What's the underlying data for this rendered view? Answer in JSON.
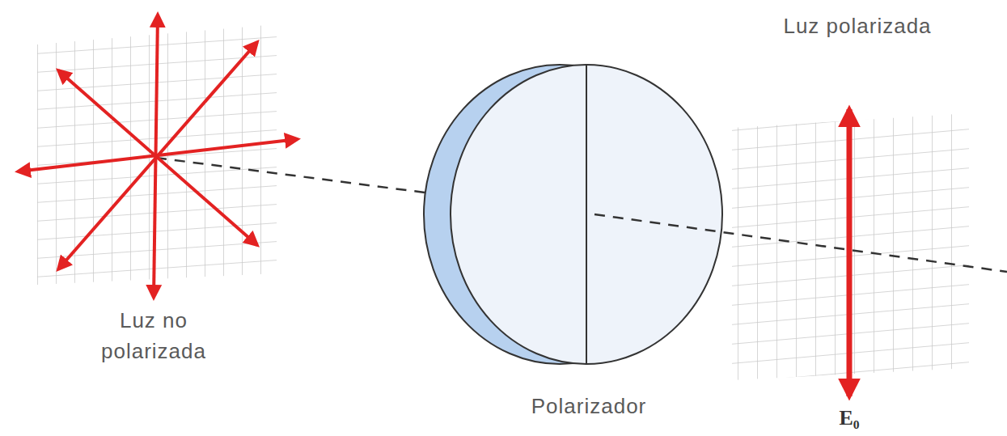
{
  "diagram": {
    "labels": [
      "Luz no polarizada",
      "Polarizador",
      "Luz polarizada",
      "E₀"
    ]
  }
}
